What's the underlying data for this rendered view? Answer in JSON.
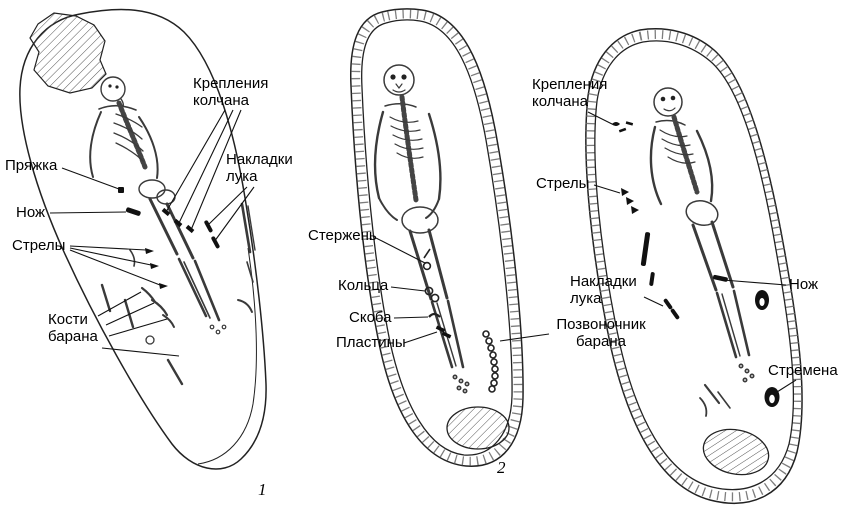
{
  "figure": {
    "background": "#ffffff",
    "ink": "#1a1a1a",
    "graves": [
      {
        "id": "grave-1",
        "number": "1",
        "labels": {
          "quiver_mounts": "Крепления колчана",
          "bow_plates": "Накладки лука",
          "buckle": "Пряжка",
          "knife": "Нож",
          "arrows": "Стрелы",
          "ram_bones": "Кости барана"
        }
      },
      {
        "id": "grave-2",
        "number": "2",
        "labels": {
          "rod": "Стержень",
          "rings": "Кольца",
          "clamp": "Скоба",
          "plates": "Пластины",
          "ram_spine": "Позвоночник барана"
        }
      },
      {
        "id": "grave-3",
        "labels": {
          "quiver_mounts": "Крепления колчана",
          "arrows": "Стрелы",
          "bow_plates": "Накладки лука",
          "knife": "Нож",
          "stirrups": "Стремена"
        }
      }
    ]
  }
}
